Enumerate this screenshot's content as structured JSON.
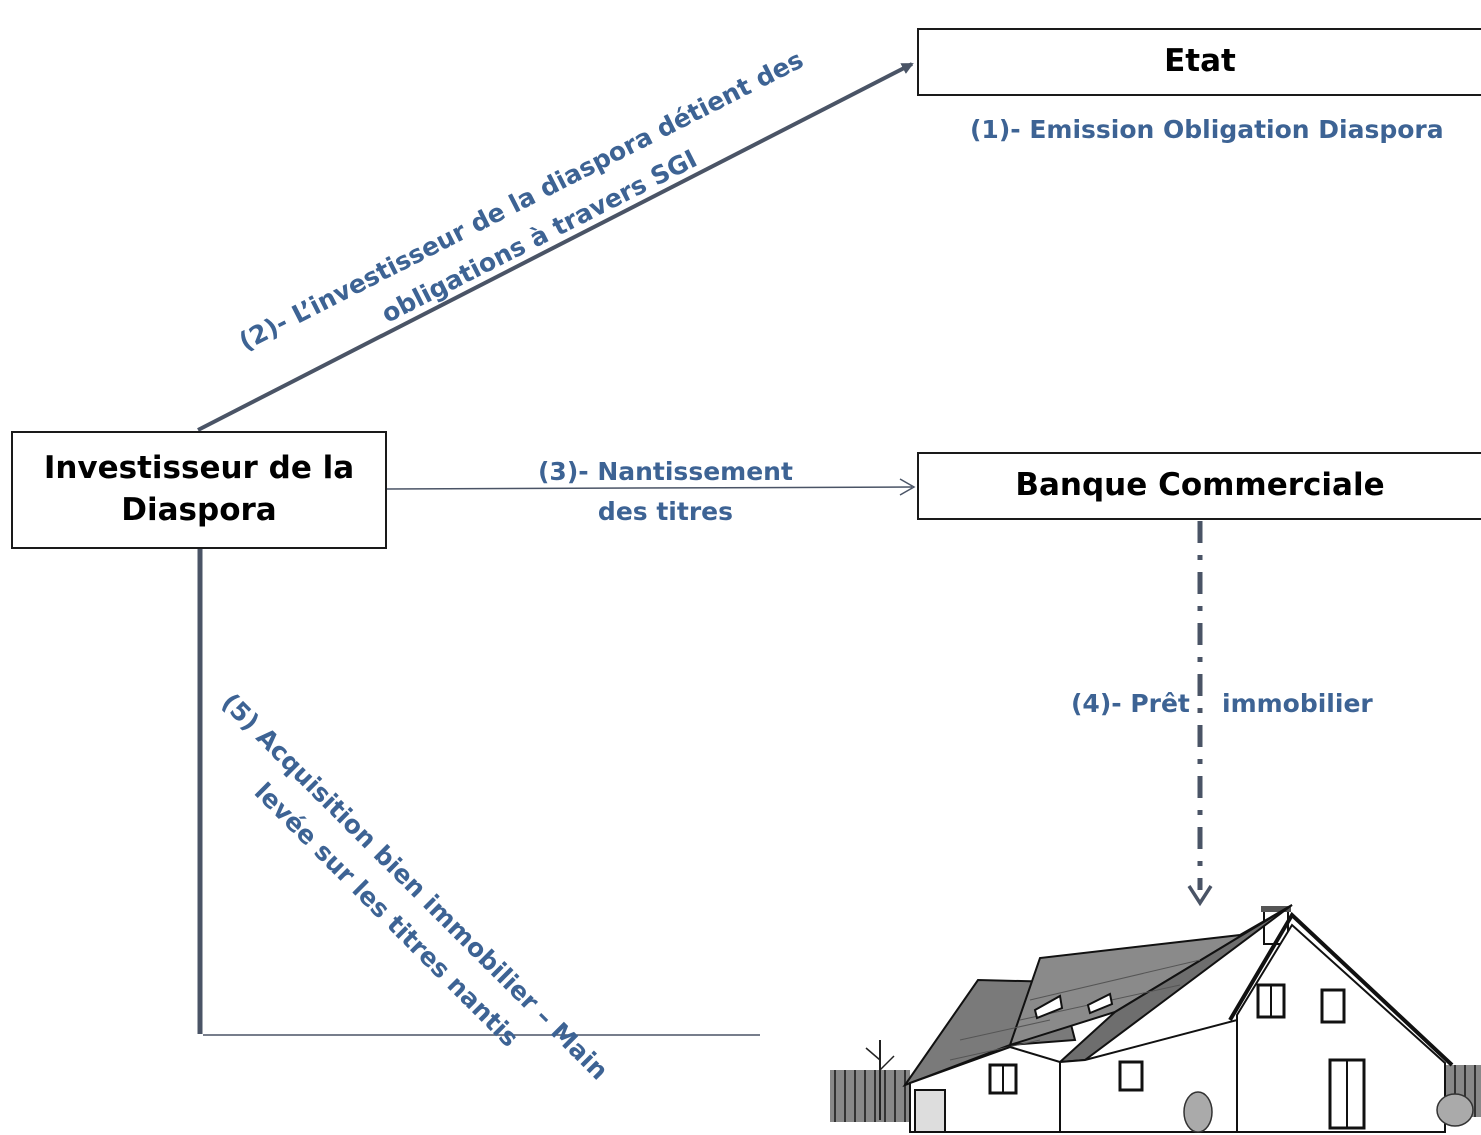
{
  "nodes": {
    "etat": "Etat",
    "banque": "Banque Commerciale",
    "investisseur_line1": "Investisseur de la",
    "investisseur_line2": "Diaspora"
  },
  "labels": {
    "step1": "(1)- Emission  Obligation Diaspora",
    "step2_line1": "(2)- L’investisseur de la diaspora détient des",
    "step2_line2": "obligations à travers SGI",
    "step3_line1": "(3)- Nantissement",
    "step3_line2": "des titres",
    "step4_left": "(4)- Prêt",
    "step4_right": "immobilier",
    "step5_line1": "(5) Acquisition bien immobilier – Main",
    "step5_line2": "levée sur les titres nantis"
  },
  "illustration": {
    "icon": "house-icon"
  },
  "colors": {
    "label": "#3d6394",
    "line": "#4a5466",
    "box_border": "#1a1a1a"
  }
}
